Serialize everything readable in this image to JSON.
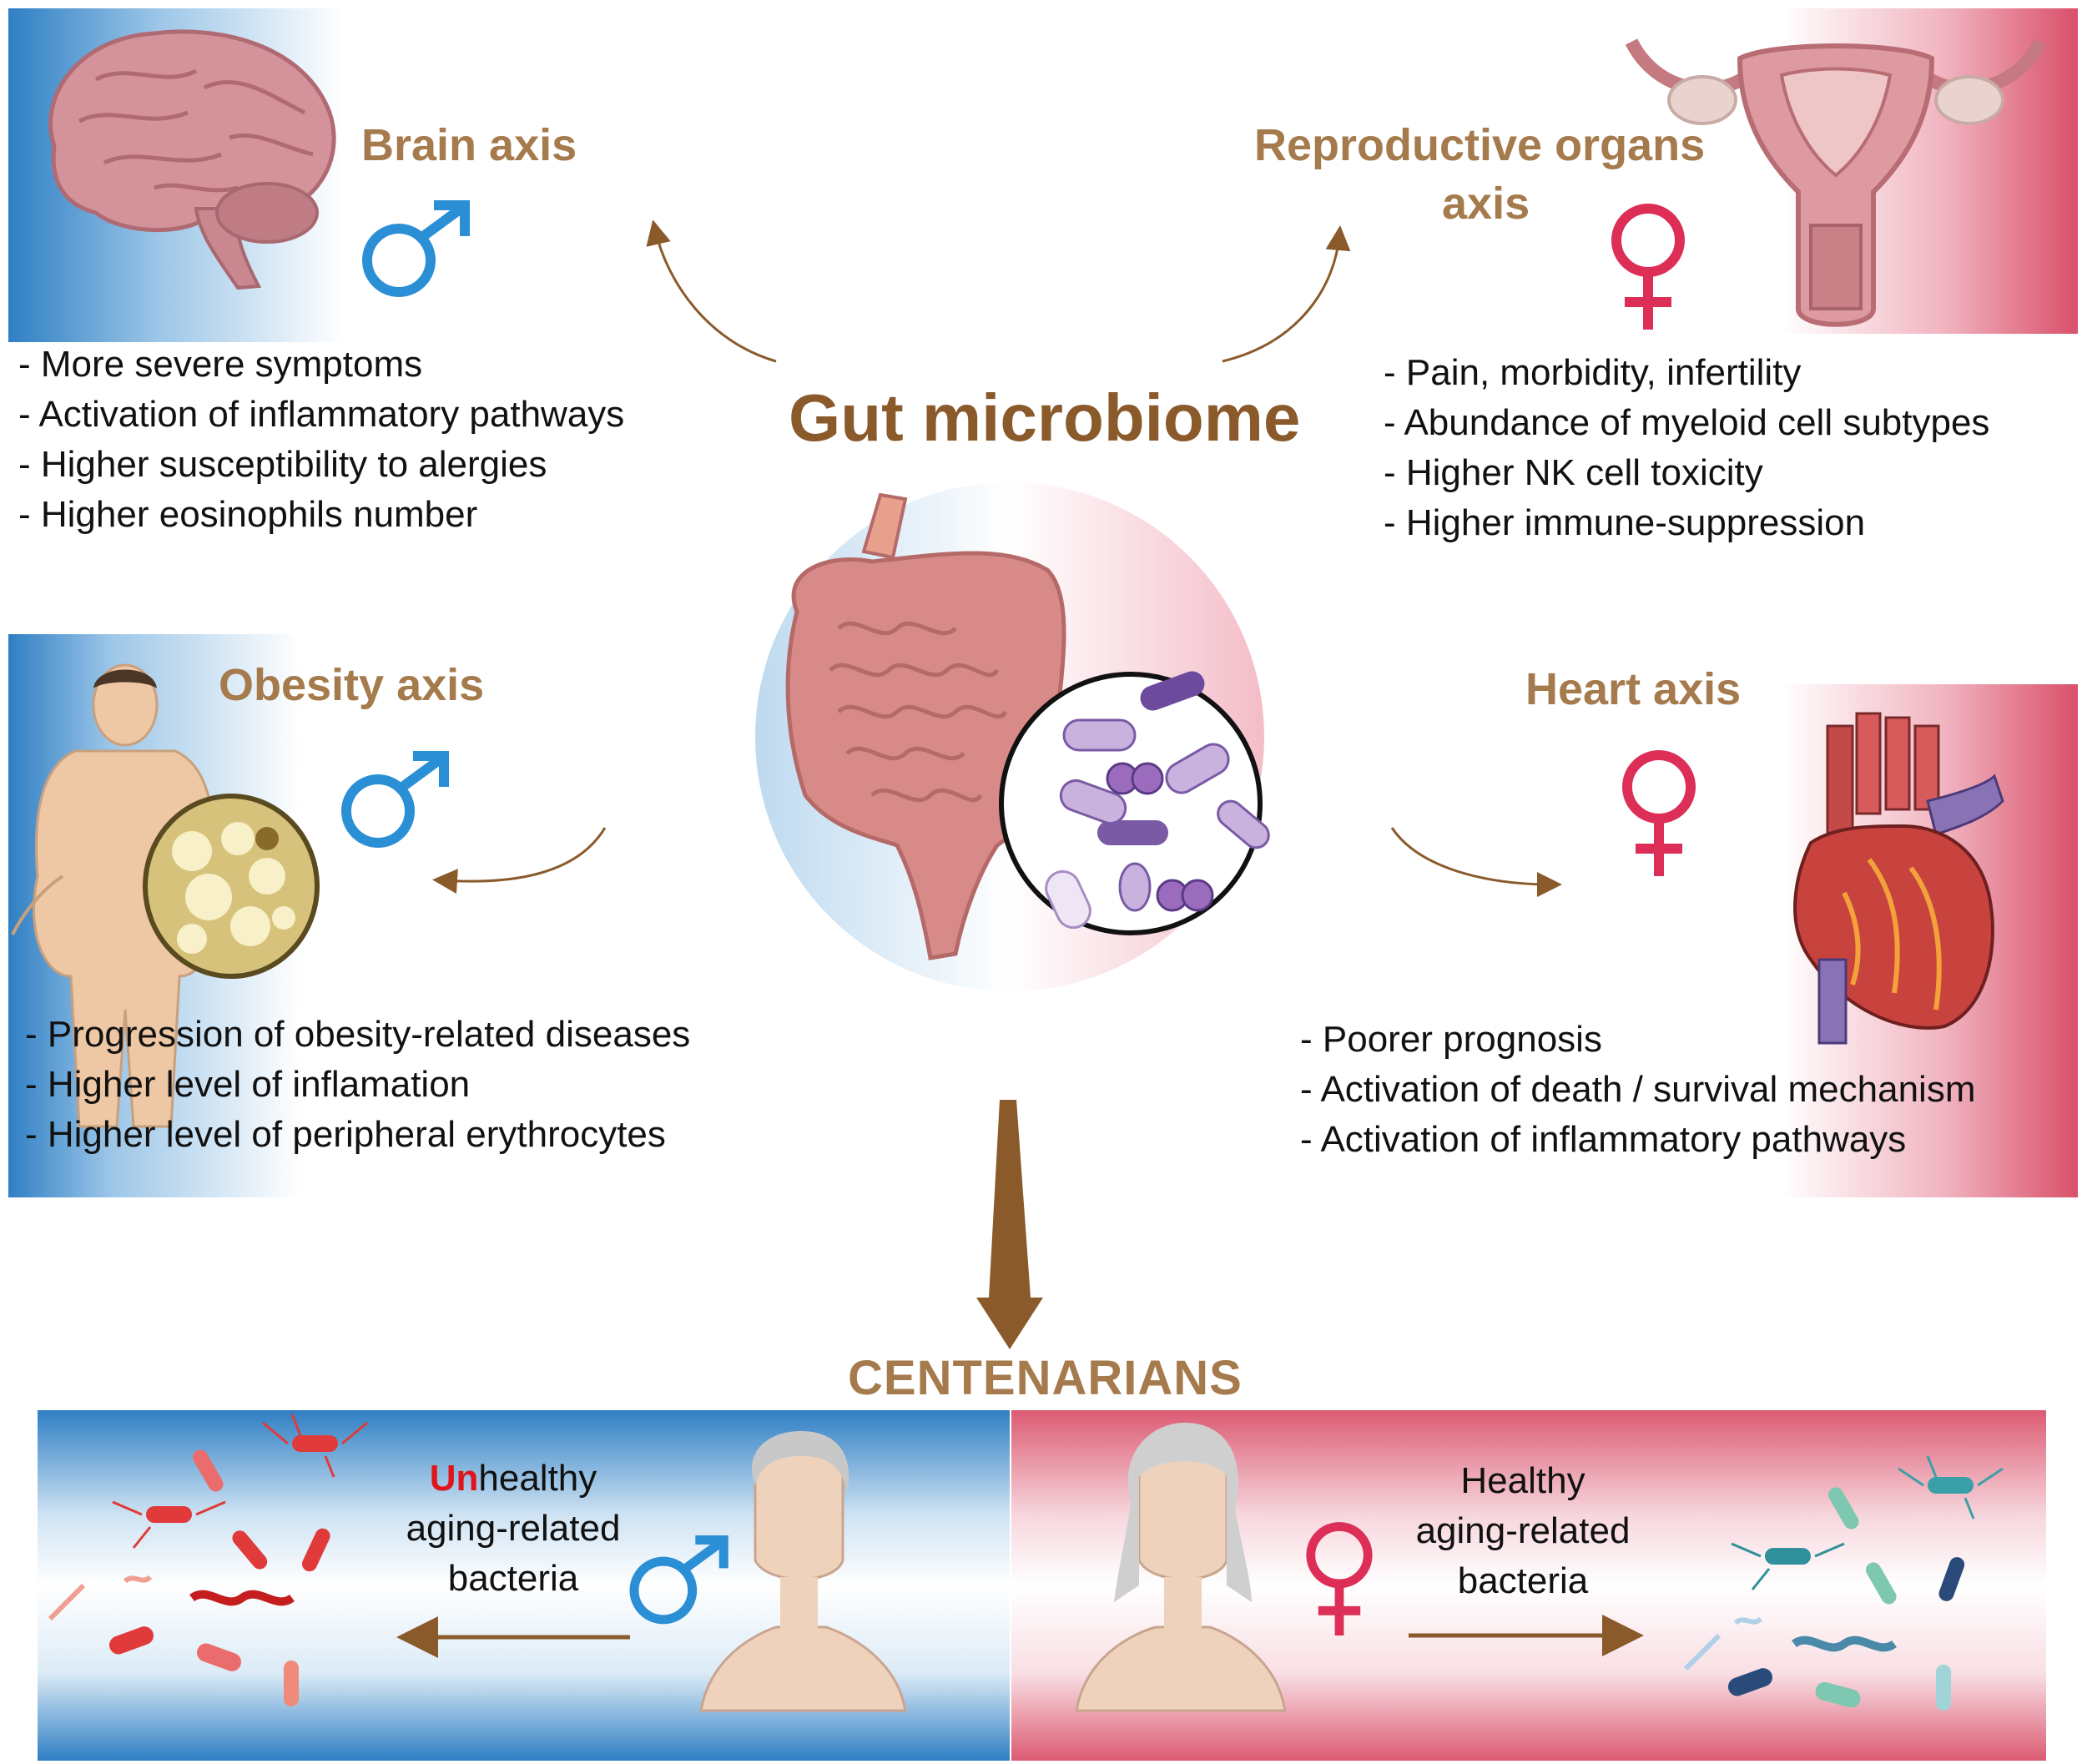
{
  "title": "Gut microbiome",
  "axes": {
    "brain": {
      "title": "Brain axis",
      "sex": "male",
      "bullets": [
        "- More severe symptoms",
        "- Activation of inflammatory pathways",
        "- Higher susceptibility to alergies",
        "- Higher eosinophils number"
      ]
    },
    "reproductive": {
      "title_line1": "Reproductive organs",
      "title_line2": "axis",
      "sex": "female",
      "bullets": [
        "- Pain, morbidity, infertility",
        "- Abundance of myeloid cell subtypes",
        "- Higher NK cell toxicity",
        "- Higher immune-suppression"
      ]
    },
    "obesity": {
      "title": "Obesity axis",
      "sex": "male",
      "bullets": [
        "- Progression of obesity-related diseases",
        "- Higher level of inflamation",
        "- Higher level of peripheral erythrocytes"
      ]
    },
    "heart": {
      "title": "Heart axis",
      "sex": "female",
      "bullets": [
        "- Poorer prognosis",
        "- Activation of death / survival mechanism",
        "- Activation of inflammatory pathways"
      ]
    }
  },
  "centenarians": {
    "label": "CENTENARIANS",
    "male": {
      "prefix": "Un",
      "line1_rest": "healthy",
      "line2": "aging-related",
      "line3": "bacteria",
      "prefix_color": "#e0151b"
    },
    "female": {
      "line1": "Healthy",
      "line2": "aging-related",
      "line3": "bacteria"
    }
  },
  "colors": {
    "male": "#2b8fd6",
    "female": "#dc2e57",
    "axis_title": "#a57a4c",
    "arrow": "#8a5a2b"
  },
  "icons": [
    "brain-icon",
    "uterus-icon",
    "obese-man-icon",
    "fat-cell-icon",
    "heart-icon",
    "intestine-icon",
    "bacteria-icon",
    "elderly-man-icon",
    "elderly-woman-icon",
    "male-symbol-icon",
    "female-symbol-icon"
  ]
}
